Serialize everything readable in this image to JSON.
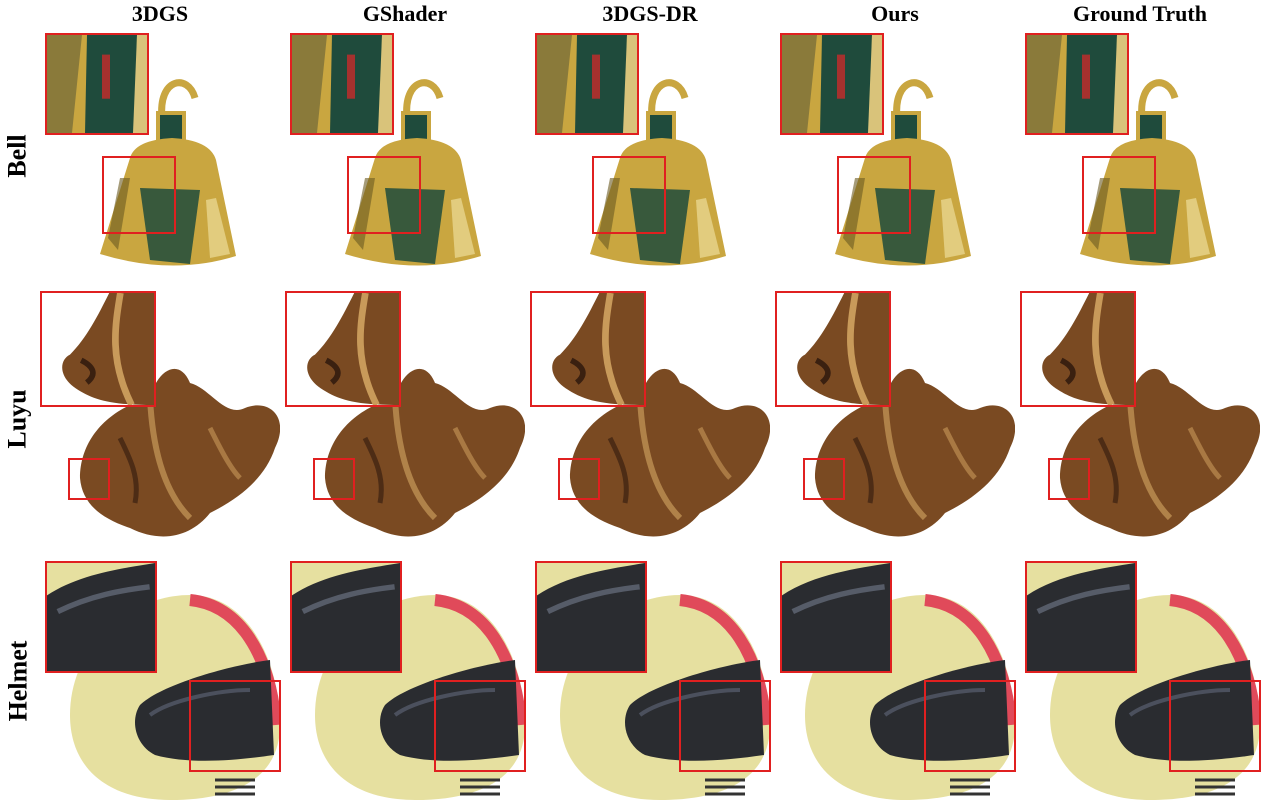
{
  "columns": [
    "3DGS",
    "GShader",
    "3DGS-DR",
    "Ours",
    "Ground Truth"
  ],
  "rows": [
    "Bell",
    "Luyu",
    "Helmet"
  ],
  "colors": {
    "highlight_box": "#e02020",
    "bell_gold": "#c9a640",
    "bell_dark": "#1f4b3c",
    "luyu_bronze": "#7a4a22",
    "luyu_light": "#c89a5a",
    "helmet_shell": "#e6e0a0",
    "helmet_stripe": "#e04a5a",
    "helmet_visor": "#2a2c30"
  }
}
